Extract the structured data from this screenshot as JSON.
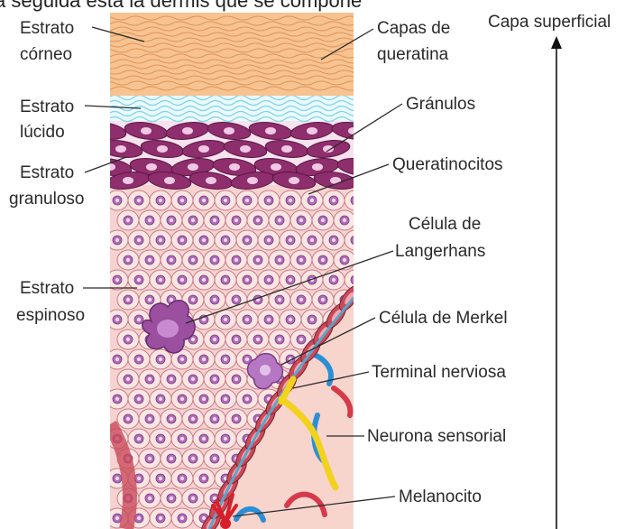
{
  "top_text": "a seguida está la dermis que se compone",
  "axis": {
    "label": "Capa superficial"
  },
  "left_labels": {
    "corneo": [
      "Estrato",
      "córneo"
    ],
    "lucido": [
      "Estrato",
      "lúcido"
    ],
    "granuloso": [
      "Estrato",
      "granuloso"
    ],
    "espinoso": [
      "Estrato",
      "espinoso"
    ]
  },
  "right_labels": {
    "capas_queratina": [
      "Capas de",
      "queratina"
    ],
    "granulos": "Gránulos",
    "queratinocitos": "Queratinocitos",
    "langerhans": [
      "Célula de",
      "Langerhans"
    ],
    "merkel": "Célula de Merkel",
    "terminal": "Terminal nerviosa",
    "neurona": "Neurona sensorial",
    "melanocito": "Melanocito"
  },
  "colors": {
    "corneum": "#f0b57e",
    "corneum_line": "#d98a4a",
    "lucidum": "#7fd3e6",
    "granulosum": "#8e2e6c",
    "spinosum": "#f6d3d0",
    "cell_outline": "#c97a8a",
    "nucleus": "#b06ab8",
    "dermis": "#f7d4cc",
    "basal": "#c94a5a",
    "nerve": "#f2d21c",
    "blue_fiber": "#2b8fd6",
    "red_fiber": "#d63a4a"
  }
}
